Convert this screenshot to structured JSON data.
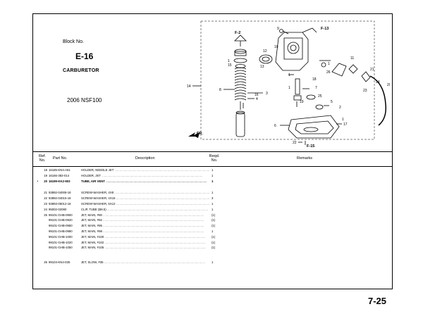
{
  "block": {
    "label": "Block No.",
    "code": "E-16",
    "name": "CARBURETOR",
    "model": "2006 NSF100"
  },
  "diagram": {
    "tags": {
      "f2": "F-2",
      "f13": "F-13",
      "f15": "F-15",
      "fr": "FR."
    },
    "callouts": {
      "c1a": "1",
      "c15": "15",
      "c14": "14",
      "c8": "8",
      "c16": "16",
      "c4": "4",
      "c3": "3",
      "c9": "9",
      "c10": "10",
      "c12": "12",
      "c13": "13",
      "c11": "11",
      "c21": "21",
      "c23": "23",
      "c24": "24",
      "c20": "20",
      "c26": "26",
      "c18": "18",
      "c7": "7",
      "c2": "2",
      "c5": "5",
      "c19": "19",
      "c25": "25",
      "c6": "6",
      "c17": "17",
      "c22": "22",
      "c1b": "1",
      "c1c": "1",
      "c1d": "1",
      "c1e": "1"
    }
  },
  "table": {
    "headers": {
      "ref": "Ref. No.",
      "part": "Part No.",
      "desc": "Description",
      "qty": "Reqd. No.",
      "remarks": "Remarks"
    },
    "rows": [
      {
        "mark": "",
        "ref": "18",
        "part": "16185-KN4-A61",
        "desc": "HOLDER, NEEDLE JET",
        "qty": "1",
        "bold": false
      },
      {
        "mark": "",
        "ref": "19",
        "part": "16166-383-014",
        "desc": "HOLDER, JET",
        "qty": "1",
        "bold": false
      },
      {
        "mark": "•",
        "ref": "20",
        "part": "16199-KK2-903",
        "desc": "TUBE, AIR VENT",
        "qty": "1",
        "bold": true
      },
      {
        "mark": "",
        "ref": "21",
        "part": "93892-04008-18",
        "desc": "SCREW-WASHER, 4X8",
        "qty": "1",
        "bold": false
      },
      {
        "mark": "",
        "ref": "22",
        "part": "93892-04016-18",
        "desc": "SCREW-WASHER, 4X16",
        "qty": "3",
        "bold": false
      },
      {
        "mark": "",
        "ref": "23",
        "part": "93893-05012-18",
        "desc": "SCREW-WASHER, 5X12",
        "qty": "1",
        "bold": false
      },
      {
        "mark": "",
        "ref": "24",
        "part": "95002-02080",
        "desc": "CLIP, TUBE (B8.5)",
        "qty": "1",
        "bold": false
      },
      {
        "mark": "",
        "ref": "25",
        "part": "99101-GHB-0900",
        "desc": "JET, MAIN, #90",
        "qty": "(1)",
        "bold": false
      },
      {
        "mark": "",
        "ref": "",
        "part": "99101-GHB-0920",
        "desc": "JET, MAIN, #92",
        "qty": "(1)",
        "bold": false
      },
      {
        "mark": "",
        "ref": "",
        "part": "99101-GHB-0950",
        "desc": "JET, MAIN, #95",
        "qty": "(1)",
        "bold": false
      },
      {
        "mark": "",
        "ref": "",
        "part": "99101-GHB-0980",
        "desc": "JET, MAIN, #98",
        "qty": "1",
        "bold": false
      },
      {
        "mark": "",
        "ref": "",
        "part": "99101-GHB-1000",
        "desc": "JET, MAIN, #100",
        "qty": "(1)",
        "bold": false
      },
      {
        "mark": "",
        "ref": "",
        "part": "99101-GHB-1020",
        "desc": "JET, MAIN, #102",
        "qty": "(1)",
        "bold": false
      },
      {
        "mark": "",
        "ref": "",
        "part": "99101-GHB-1050",
        "desc": "JET, MAIN, #105",
        "qty": "(1)",
        "bold": false
      },
      {
        "mark": "",
        "ref": "26",
        "part": "99104-KN4-035",
        "desc": "JET, SLOW, #35",
        "qty": "1",
        "bold": false
      }
    ]
  },
  "page_number": "7-25"
}
